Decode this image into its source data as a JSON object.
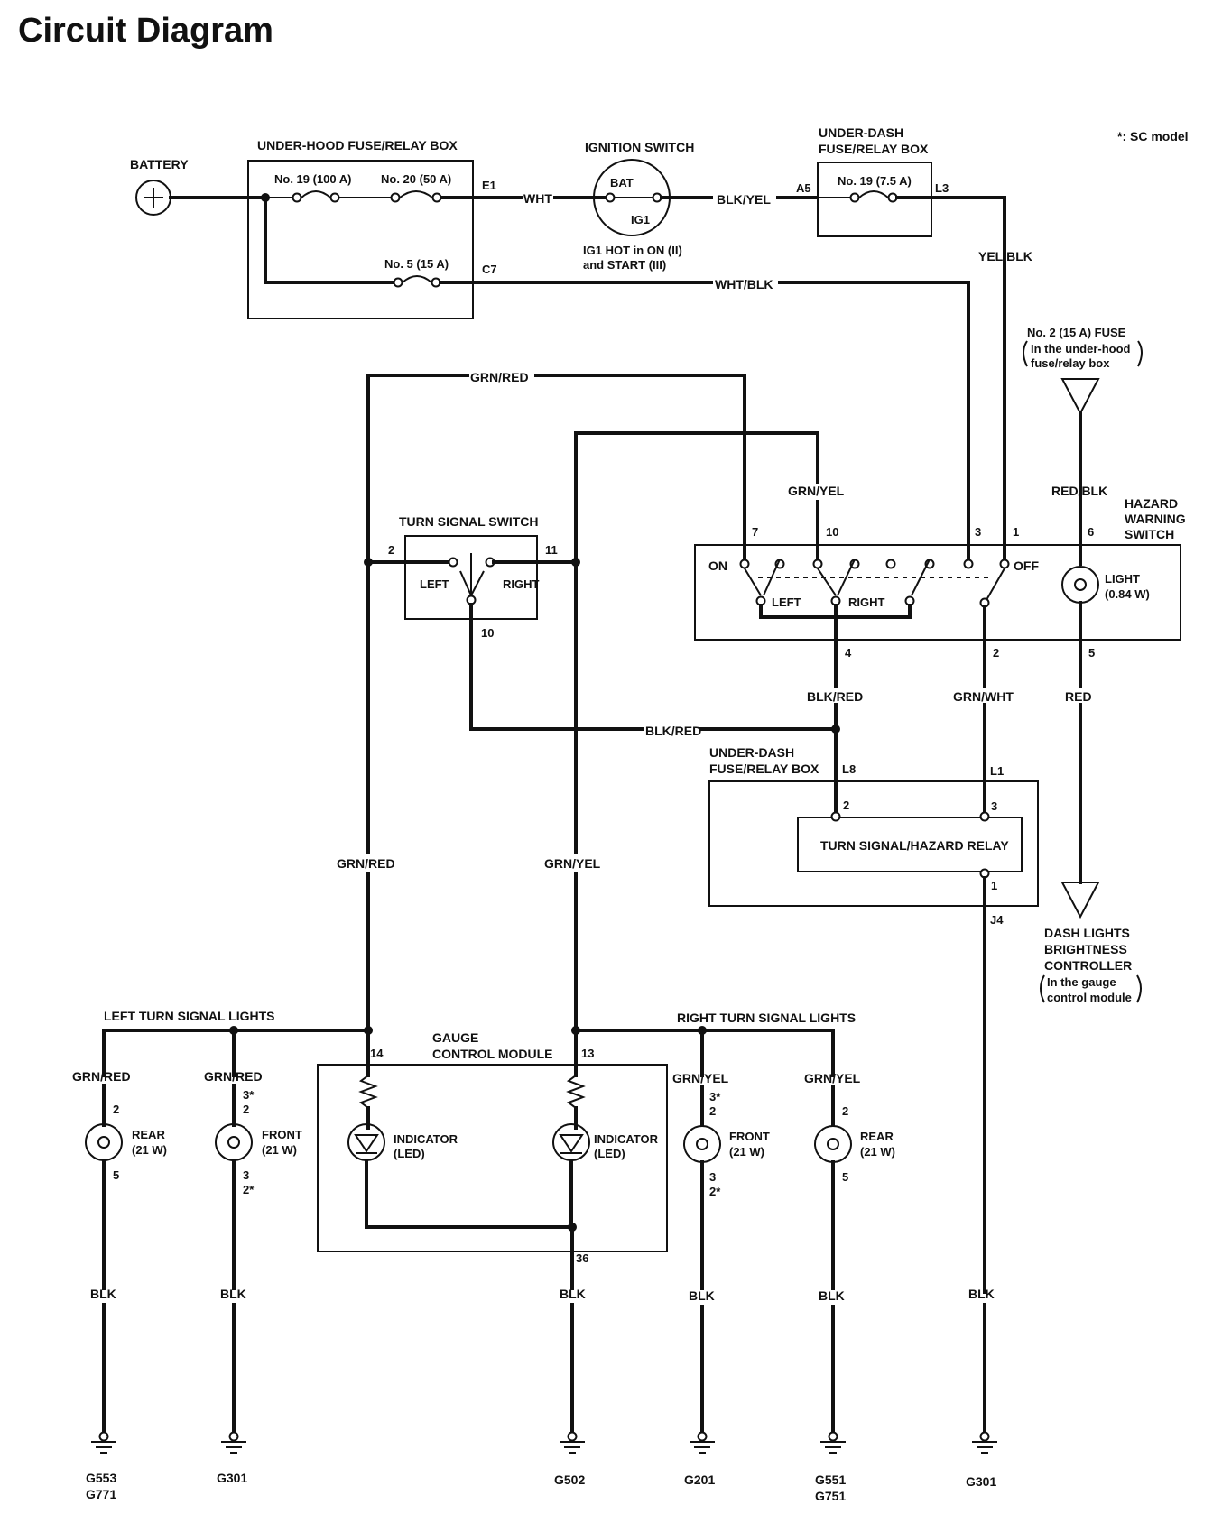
{
  "title": "Circuit Diagram",
  "note": "*: SC model",
  "battery": {
    "label": "BATTERY",
    "symbol": "+"
  },
  "underhood_box": {
    "label": "UNDER-HOOD FUSE/RELAY BOX",
    "fuse19": "No. 19 (100 A)",
    "fuse20": "No. 20 (50 A)",
    "fuse5": "No. 5 (15 A)",
    "term_e1": "E1",
    "term_c7": "C7"
  },
  "ignition_switch": {
    "label": "IGNITION SWITCH",
    "bat": "BAT",
    "ig1": "IG1",
    "note_line1": "IG1 HOT in ON (II)",
    "note_line2": "and START (III)"
  },
  "underdash_top": {
    "label_line1": "UNDER-DASH",
    "label_line2": "FUSE/RELAY BOX",
    "fuse19": "No. 19 (7.5 A)",
    "term_a5": "A5",
    "term_l3": "L3"
  },
  "hazard_fuse": {
    "line1": "No. 2 (15 A) FUSE",
    "line2": "In the under-hood",
    "line3": "fuse/relay box"
  },
  "turn_signal_switch": {
    "label": "TURN SIGNAL SWITCH",
    "left": "LEFT",
    "right": "RIGHT",
    "pin2": "2",
    "pin11": "11",
    "pin10": "10"
  },
  "hazard_switch": {
    "label_line1": "HAZARD",
    "label_line2": "WARNING",
    "label_line3": "SWITCH",
    "on": "ON",
    "off": "OFF",
    "left": "LEFT",
    "right": "RIGHT",
    "light_line1": "LIGHT",
    "light_line2": "(0.84 W)",
    "pin7": "7",
    "pin10": "10",
    "pin3": "3",
    "pin1": "1",
    "pin6": "6",
    "pin4": "4",
    "pin2": "2",
    "pin5": "5"
  },
  "underdash_relay": {
    "label_line1": "UNDER-DASH",
    "label_line2": "FUSE/RELAY BOX",
    "relay": "TURN SIGNAL/HAZARD RELAY",
    "term_l8": "L8",
    "term_l1": "L1",
    "term_j4": "J4",
    "pin2": "2",
    "pin3": "3",
    "pin1": "1"
  },
  "dash_controller": {
    "line1": "DASH LIGHTS",
    "line2": "BRIGHTNESS",
    "line3": "CONTROLLER",
    "line4": "In the gauge",
    "line5": "control module"
  },
  "gauge_module": {
    "label_line1": "GAUGE",
    "label_line2": "CONTROL MODULE",
    "indicator": "INDICATOR",
    "led": "(LED)",
    "pin14": "14",
    "pin13": "13",
    "pin36": "36"
  },
  "groups": {
    "left": "LEFT TURN SIGNAL LIGHTS",
    "right": "RIGHT TURN SIGNAL LIGHTS"
  },
  "wires": {
    "wht": "WHT",
    "blk_yel": "BLK/YEL",
    "wht_blk": "WHT/BLK",
    "yel_blk": "YEL/BLK",
    "grn_red": "GRN/RED",
    "grn_yel": "GRN/YEL",
    "red_blk": "RED/BLK",
    "blk_red": "BLK/RED",
    "grn_wht": "GRN/WHT",
    "red": "RED",
    "blk": "BLK"
  },
  "lamps": {
    "rear": "REAR",
    "front": "FRONT",
    "watt": "(21 W)",
    "p2": "2",
    "p3": "3",
    "p5": "5",
    "p3s": "3*",
    "p2s": "2*"
  },
  "grounds": {
    "g553": "G553",
    "g771": "G771",
    "g301a": "G301",
    "g502": "G502",
    "g201": "G201",
    "g551": "G551",
    "g751": "G751",
    "g301b": "G301"
  }
}
